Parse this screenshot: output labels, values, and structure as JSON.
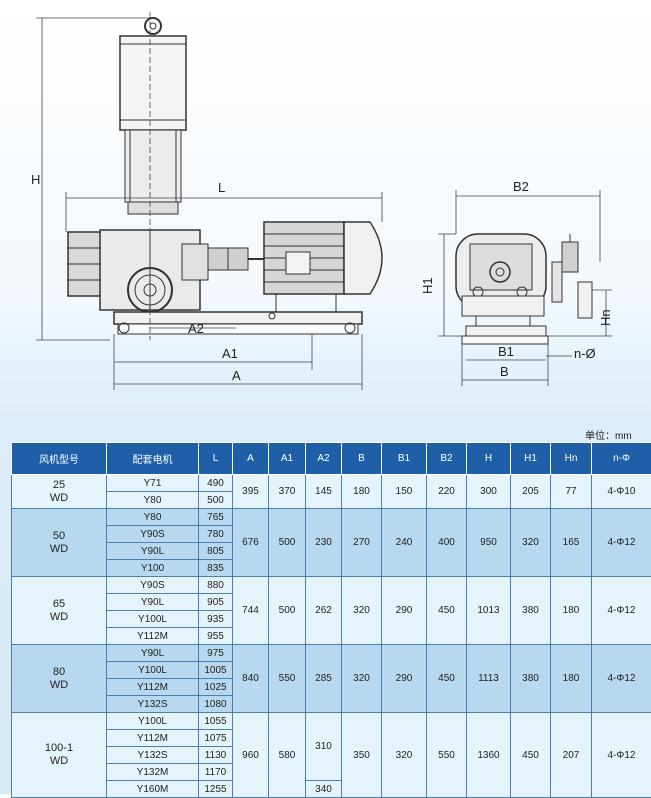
{
  "drawing": {
    "front_labels": {
      "H": "H",
      "L": "L",
      "A": "A",
      "A1": "A1",
      "A2": "A2"
    },
    "side_labels": {
      "B2": "B2",
      "B1": "B1",
      "B": "B",
      "H1": "H1",
      "Hn": "Hn",
      "n_phi": "n-Ø"
    }
  },
  "unit_label": "单位：mm",
  "table": {
    "headers": [
      "风机型号",
      "配套电机",
      "L",
      "A",
      "A1",
      "A2",
      "B",
      "B1",
      "B2",
      "H",
      "H1",
      "Hn",
      "n-Φ"
    ],
    "groups": [
      {
        "model": [
          "25",
          "WD"
        ],
        "motors": [
          [
            "Y71",
            "490"
          ],
          [
            "Y80",
            "500"
          ]
        ],
        "A": "395",
        "A1": "370",
        "A2": "145",
        "B": "180",
        "B1": "150",
        "B2": "220",
        "H": "300",
        "H1": "205",
        "Hn": "77",
        "nphi": "4-Φ10"
      },
      {
        "model": [
          "50",
          "WD"
        ],
        "motors": [
          [
            "Y80",
            "765"
          ],
          [
            "Y90S",
            "780"
          ],
          [
            "Y90L",
            "805"
          ],
          [
            "Y100",
            "835"
          ]
        ],
        "A": "676",
        "A1": "500",
        "A2": "230",
        "B": "270",
        "B1": "240",
        "B2": "400",
        "H": "950",
        "H1": "320",
        "Hn": "165",
        "nphi": "4-Φ12"
      },
      {
        "model": [
          "65",
          "WD"
        ],
        "motors": [
          [
            "Y90S",
            "880"
          ],
          [
            "Y90L",
            "905"
          ],
          [
            "Y100L",
            "935"
          ],
          [
            "Y112M",
            "955"
          ]
        ],
        "A": "744",
        "A1": "500",
        "A2": "262",
        "B": "320",
        "B1": "290",
        "B2": "450",
        "H": "1013",
        "H1": "380",
        "Hn": "180",
        "nphi": "4-Φ12"
      },
      {
        "model": [
          "80",
          "WD"
        ],
        "motors": [
          [
            "Y90L",
            "975"
          ],
          [
            "Y100L",
            "1005"
          ],
          [
            "Y112M",
            "1025"
          ],
          [
            "Y132S",
            "1080"
          ]
        ],
        "A": "840",
        "A1": "550",
        "A2": "285",
        "B": "320",
        "B1": "290",
        "B2": "450",
        "H": "1113",
        "H1": "380",
        "Hn": "180",
        "nphi": "4-Φ12"
      },
      {
        "model": [
          "100-1",
          "WD"
        ],
        "motors": [
          [
            "Y100L",
            "1055"
          ],
          [
            "Y112M",
            "1075"
          ],
          [
            "Y132S",
            "1130"
          ],
          [
            "Y132M",
            "1170"
          ],
          [
            "Y160M",
            "1255"
          ]
        ],
        "A": "960",
        "A1": "580",
        "A2": "310",
        "A2_last": "340",
        "B": "350",
        "B1": "320",
        "B2": "550",
        "H": "1360",
        "H1": "450",
        "Hn": "207",
        "nphi": "4-Φ12"
      }
    ]
  }
}
